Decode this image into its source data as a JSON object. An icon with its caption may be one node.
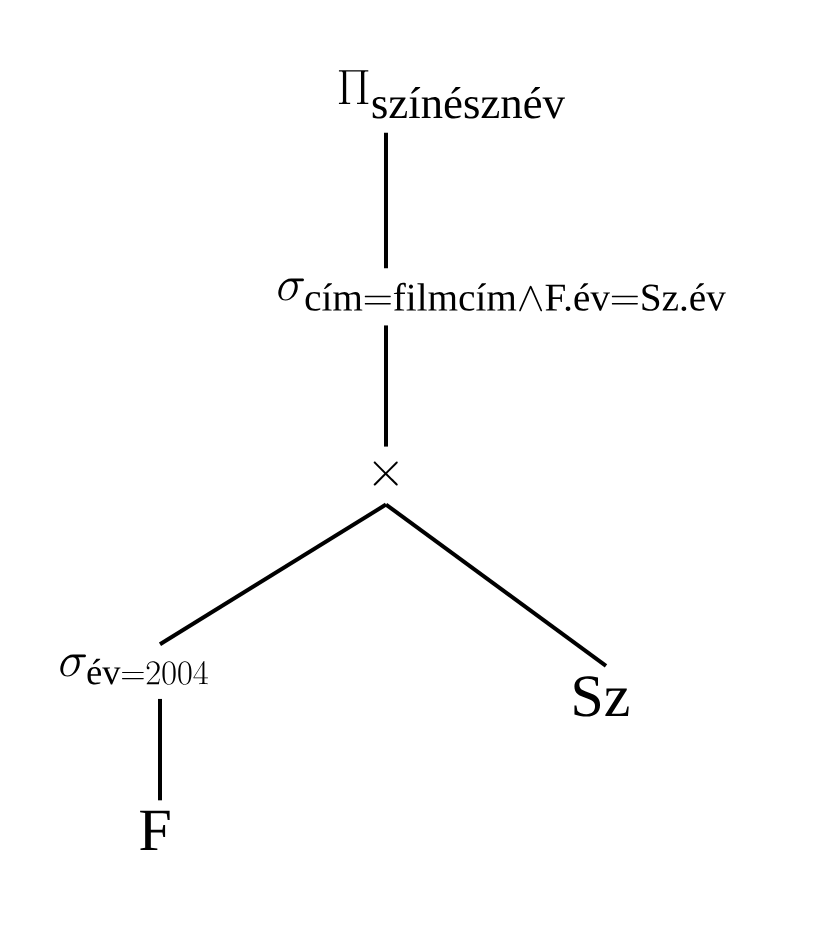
{
  "diagram": {
    "nodes": [
      {
        "text": [
          "\\Pi_{\\text{színésznév}}"
        ]
      },
      {
        "text": [
          "\\sigma_{\\text{cím}=\\text{filmcím}\\wedge\\text{F.év}=\\text{Sz.év}}"
        ]
      },
      {
        "text": [
          "\\times"
        ]
      },
      {
        "text": [
          "\\sigma_{\\text{év}=2004}"
        ]
      },
      {
        "text": [
          "\\text{Sz}"
        ]
      },
      {
        "text": [
          "\\text{F}"
        ]
      }
    ],
    "edges": [
      {
        "from": 0,
        "to": 1,
        "arrow": "none"
      },
      {
        "from": 1,
        "to": 2,
        "arrow": "none"
      },
      {
        "from": 2,
        "to": 3,
        "arrow": "none"
      },
      {
        "from": 2,
        "to": 4,
        "arrow": "none"
      },
      {
        "from": 3,
        "to": 5,
        "arrow": "none"
      }
    ]
  }
}
